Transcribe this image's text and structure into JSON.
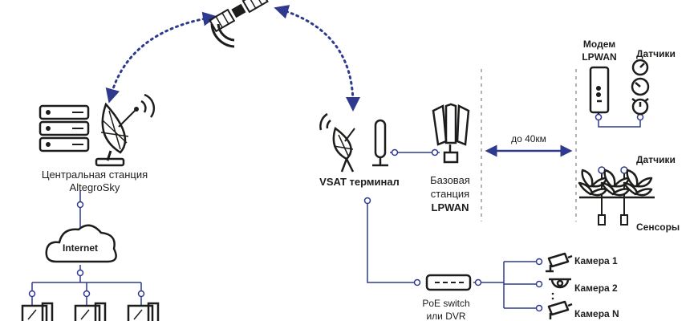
{
  "central_station": {
    "line1": "Центральная станция",
    "line2": "AltegroSky"
  },
  "internet": {
    "label": "Internet"
  },
  "vsat": {
    "label": "VSAT терминал"
  },
  "base_station": {
    "line1": "Базовая",
    "line2": "станция",
    "line3": "LPWAN"
  },
  "distance": {
    "label": "до 40км"
  },
  "modem": {
    "line1": "Модем",
    "line2": "LPWAN"
  },
  "sensors_top": {
    "label": "Датчики"
  },
  "sensors_mid": {
    "label": "Датчики"
  },
  "sensors_bottom": {
    "label": "Сенсоры"
  },
  "cameras": [
    {
      "label": "Камера 1"
    },
    {
      "label": "Камера 2"
    },
    {
      "label": "Камера N"
    }
  ],
  "poe": {
    "line1": "PoE switch",
    "line2": "или DVR"
  },
  "colors": {
    "link": "#2f3a8f",
    "stroke": "#1d1d1b",
    "dots": "#2f3a8f"
  }
}
